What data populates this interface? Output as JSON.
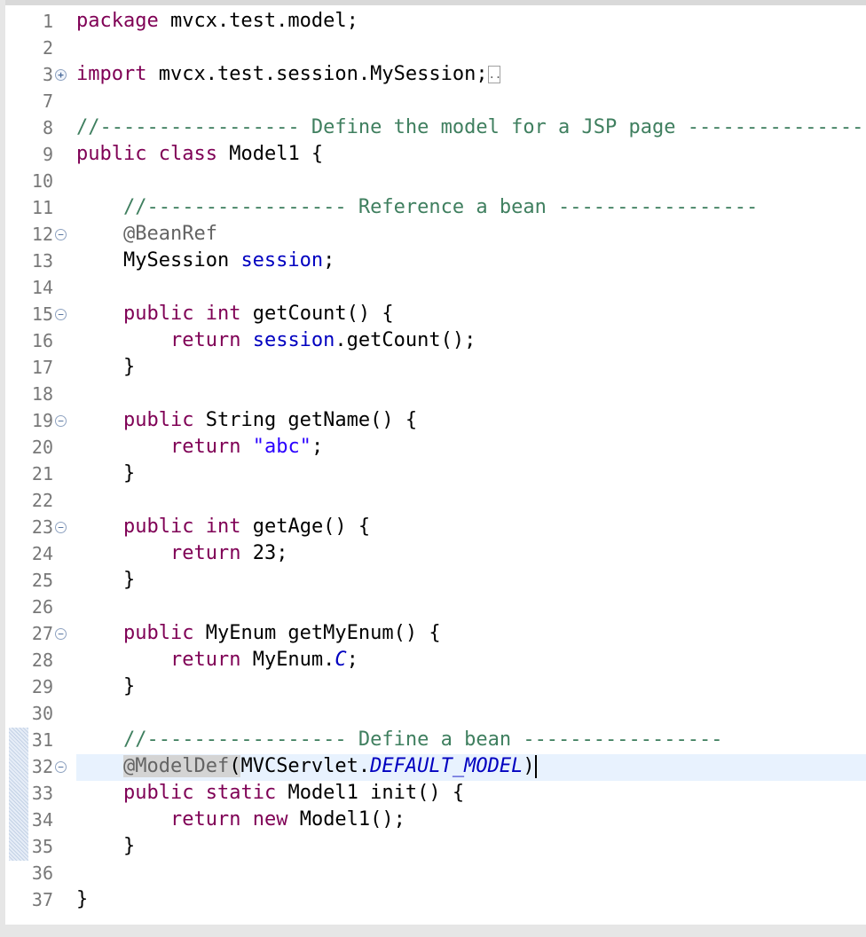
{
  "editor": {
    "current_line": 32,
    "lines": [
      {
        "n": "1",
        "tokens": [
          {
            "t": "package",
            "c": "kw"
          },
          {
            "t": " mvcx.test.model;"
          }
        ]
      },
      {
        "n": "2",
        "tokens": []
      },
      {
        "n": "3",
        "fold": "expand",
        "tokens": [
          {
            "t": "import",
            "c": "kw"
          },
          {
            "t": " mvcx.test.session.MySession;"
          },
          {
            "marker": ".."
          }
        ]
      },
      {
        "n": "7",
        "tokens": []
      },
      {
        "n": "8",
        "tokens": [
          {
            "t": "//----------------- Define the model for a JSP page -----------------",
            "c": "cm"
          }
        ]
      },
      {
        "n": "9",
        "tokens": [
          {
            "t": "public",
            "c": "kw"
          },
          {
            "t": " "
          },
          {
            "t": "class",
            "c": "kw"
          },
          {
            "t": " Model1 {"
          }
        ]
      },
      {
        "n": "10",
        "tokens": []
      },
      {
        "n": "11",
        "tokens": [
          {
            "t": "    "
          },
          {
            "t": "//----------------- Reference a bean -----------------",
            "c": "cm"
          }
        ]
      },
      {
        "n": "12",
        "fold": "collapse",
        "tokens": [
          {
            "t": "    "
          },
          {
            "t": "@BeanRef",
            "c": "an"
          }
        ]
      },
      {
        "n": "13",
        "tokens": [
          {
            "t": "    MySession "
          },
          {
            "t": "session",
            "c": "fd"
          },
          {
            "t": ";"
          }
        ]
      },
      {
        "n": "14",
        "tokens": []
      },
      {
        "n": "15",
        "fold": "collapse",
        "tokens": [
          {
            "t": "    "
          },
          {
            "t": "public",
            "c": "kw"
          },
          {
            "t": " "
          },
          {
            "t": "int",
            "c": "kw"
          },
          {
            "t": " getCount() {"
          }
        ]
      },
      {
        "n": "16",
        "tokens": [
          {
            "t": "        "
          },
          {
            "t": "return",
            "c": "kw"
          },
          {
            "t": " "
          },
          {
            "t": "session",
            "c": "fd"
          },
          {
            "t": ".getCount();"
          }
        ]
      },
      {
        "n": "17",
        "tokens": [
          {
            "t": "    }"
          }
        ]
      },
      {
        "n": "18",
        "tokens": []
      },
      {
        "n": "19",
        "fold": "collapse",
        "tokens": [
          {
            "t": "    "
          },
          {
            "t": "public",
            "c": "kw"
          },
          {
            "t": " String getName() {"
          }
        ]
      },
      {
        "n": "20",
        "tokens": [
          {
            "t": "        "
          },
          {
            "t": "return",
            "c": "kw"
          },
          {
            "t": " "
          },
          {
            "t": "\"abc\"",
            "c": "st"
          },
          {
            "t": ";"
          }
        ]
      },
      {
        "n": "21",
        "tokens": [
          {
            "t": "    }"
          }
        ]
      },
      {
        "n": "22",
        "tokens": []
      },
      {
        "n": "23",
        "fold": "collapse",
        "tokens": [
          {
            "t": "    "
          },
          {
            "t": "public",
            "c": "kw"
          },
          {
            "t": " "
          },
          {
            "t": "int",
            "c": "kw"
          },
          {
            "t": " getAge() {"
          }
        ]
      },
      {
        "n": "24",
        "tokens": [
          {
            "t": "        "
          },
          {
            "t": "return",
            "c": "kw"
          },
          {
            "t": " 23;"
          }
        ]
      },
      {
        "n": "25",
        "tokens": [
          {
            "t": "    }"
          }
        ]
      },
      {
        "n": "26",
        "tokens": []
      },
      {
        "n": "27",
        "fold": "collapse",
        "tokens": [
          {
            "t": "    "
          },
          {
            "t": "public",
            "c": "kw"
          },
          {
            "t": " MyEnum getMyEnum() {"
          }
        ]
      },
      {
        "n": "28",
        "tokens": [
          {
            "t": "        "
          },
          {
            "t": "return",
            "c": "kw"
          },
          {
            "t": " MyEnum."
          },
          {
            "t": "C",
            "c": "sf"
          },
          {
            "t": ";"
          }
        ]
      },
      {
        "n": "29",
        "tokens": [
          {
            "t": "    }"
          }
        ]
      },
      {
        "n": "30",
        "tokens": []
      },
      {
        "n": "31",
        "tokens": [
          {
            "t": "    "
          },
          {
            "t": "//----------------- Define a bean -----------------",
            "c": "cm"
          }
        ]
      },
      {
        "n": "32",
        "fold": "collapse",
        "tokens": [
          {
            "t": "    "
          },
          {
            "t": "@ModelDef",
            "c": "an hl"
          },
          {
            "t": "(",
            "c": "hl"
          },
          {
            "t": "MVCServlet."
          },
          {
            "t": "DEFAULT_MODEL",
            "c": "sf"
          },
          {
            "t": ")"
          },
          {
            "caret": true
          }
        ]
      },
      {
        "n": "33",
        "tokens": [
          {
            "t": "    "
          },
          {
            "t": "public",
            "c": "kw"
          },
          {
            "t": " "
          },
          {
            "t": "static",
            "c": "kw"
          },
          {
            "t": " Model1 init() {"
          }
        ]
      },
      {
        "n": "34",
        "tokens": [
          {
            "t": "        "
          },
          {
            "t": "return",
            "c": "kw"
          },
          {
            "t": " "
          },
          {
            "t": "new",
            "c": "kw"
          },
          {
            "t": " Model1();"
          }
        ]
      },
      {
        "n": "35",
        "tokens": [
          {
            "t": "    }"
          }
        ]
      },
      {
        "n": "36",
        "tokens": []
      },
      {
        "n": "37",
        "tokens": [
          {
            "t": "}"
          }
        ]
      }
    ]
  },
  "colors": {
    "keyword": "#7f0055",
    "comment": "#3f7f5f",
    "annotation": "#646464",
    "field": "#0000c0",
    "string": "#2a00ff",
    "current_line_bg": "#e8f2fe",
    "line_number": "#787878"
  }
}
